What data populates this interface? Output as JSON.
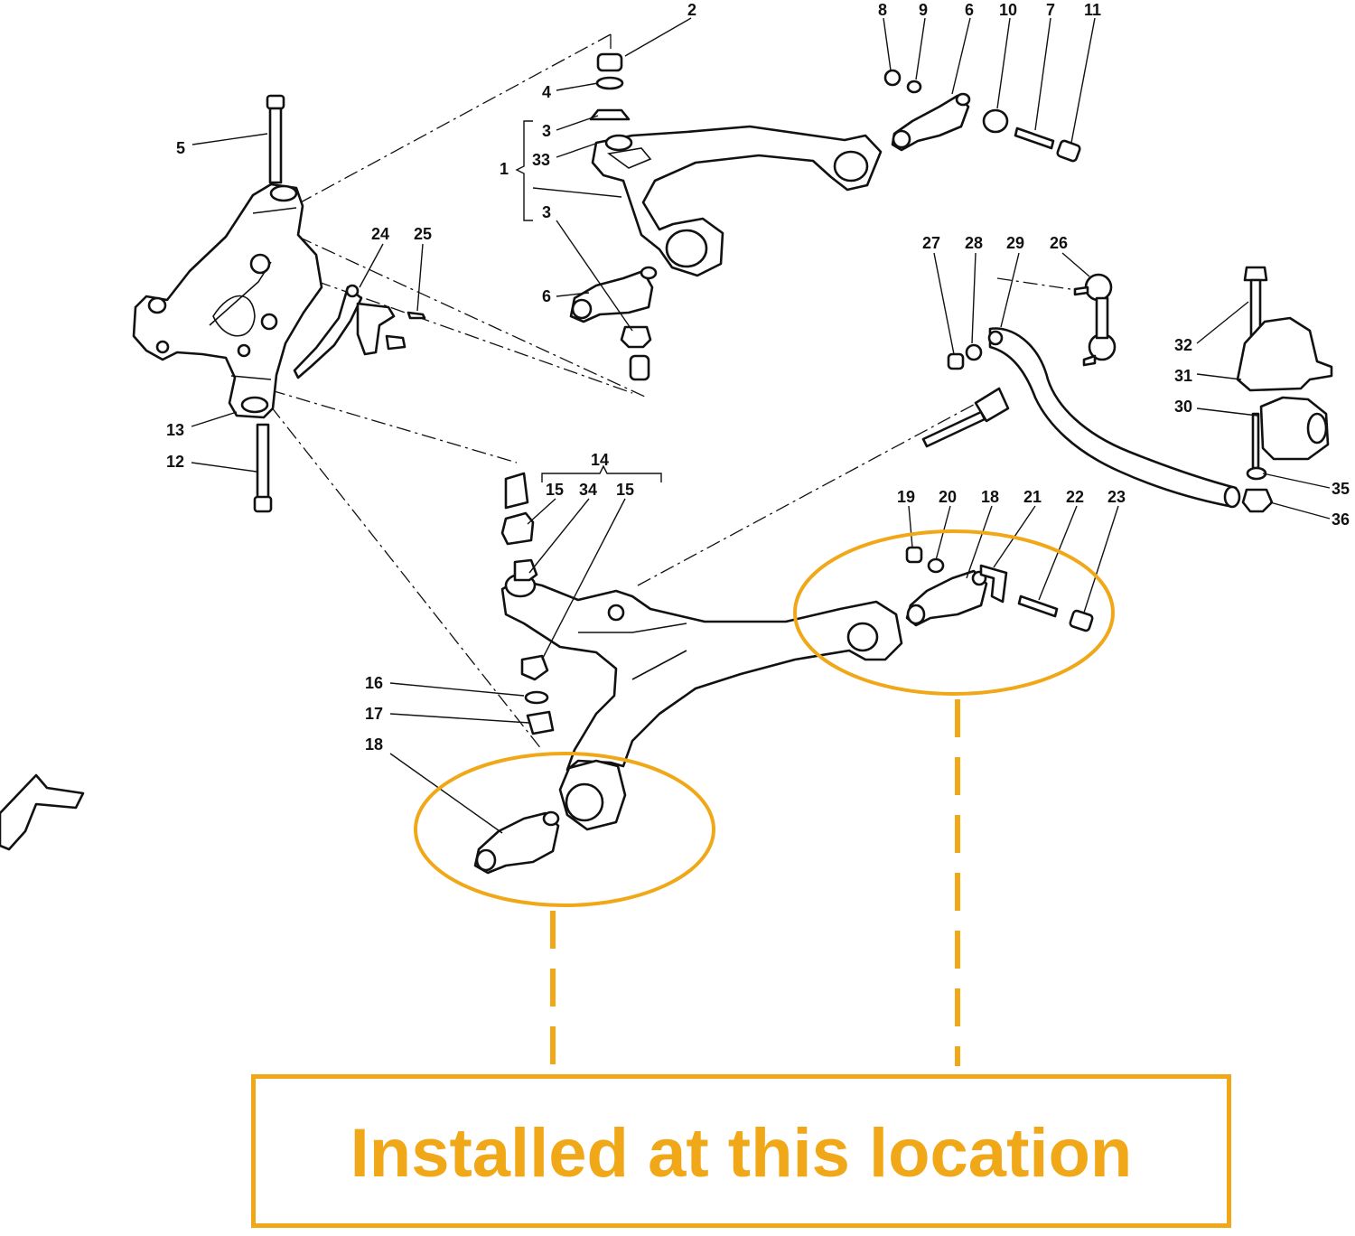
{
  "diagram": {
    "part_numbers": {
      "n1": "1",
      "n2": "2",
      "n3a": "3",
      "n3b": "3",
      "n33": "33",
      "n4": "4",
      "n5": "5",
      "n6a": "6",
      "n6b": "6",
      "n7": "7",
      "n8": "8",
      "n9": "9",
      "n10": "10",
      "n11": "11",
      "n12": "12",
      "n13": "13",
      "n14": "14",
      "n15a": "15",
      "n15b": "15",
      "n34": "34",
      "n16": "16",
      "n17": "17",
      "n18a": "18",
      "n18b": "18",
      "n19": "19",
      "n20": "20",
      "n21": "21",
      "n22": "22",
      "n23": "23",
      "n24": "24",
      "n25": "25",
      "n26": "26",
      "n27": "27",
      "n28": "28",
      "n29": "29",
      "n30": "30",
      "n31": "31",
      "n32": "32",
      "n35": "35",
      "n36": "36"
    },
    "highlight_color": "#f0a818",
    "caption": "Installed at this location"
  }
}
